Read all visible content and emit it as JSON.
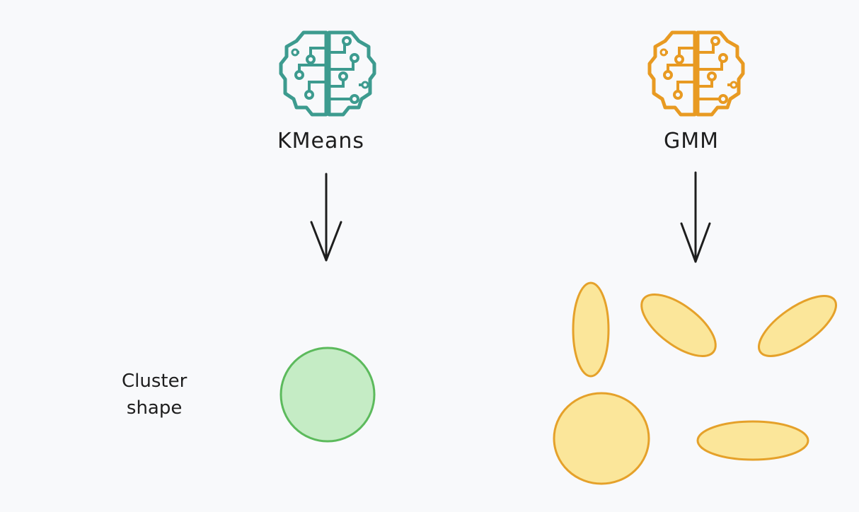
{
  "kmeans": {
    "title": "KMeans",
    "icon": "brain-circuit-icon",
    "color": "#3d9b8f",
    "cluster_shape": "circle",
    "cluster_fill": "#c5ecc5",
    "cluster_stroke": "#5cba5c"
  },
  "gmm": {
    "title": "GMM",
    "icon": "brain-circuit-icon",
    "color": "#e89a22",
    "cluster_shape": "ellipse",
    "cluster_fill": "#fbe69a",
    "cluster_stroke": "#e5a12a"
  },
  "row_label": {
    "line1": "Cluster",
    "line2": "shape"
  },
  "arrow_color": "#1e1e1e"
}
